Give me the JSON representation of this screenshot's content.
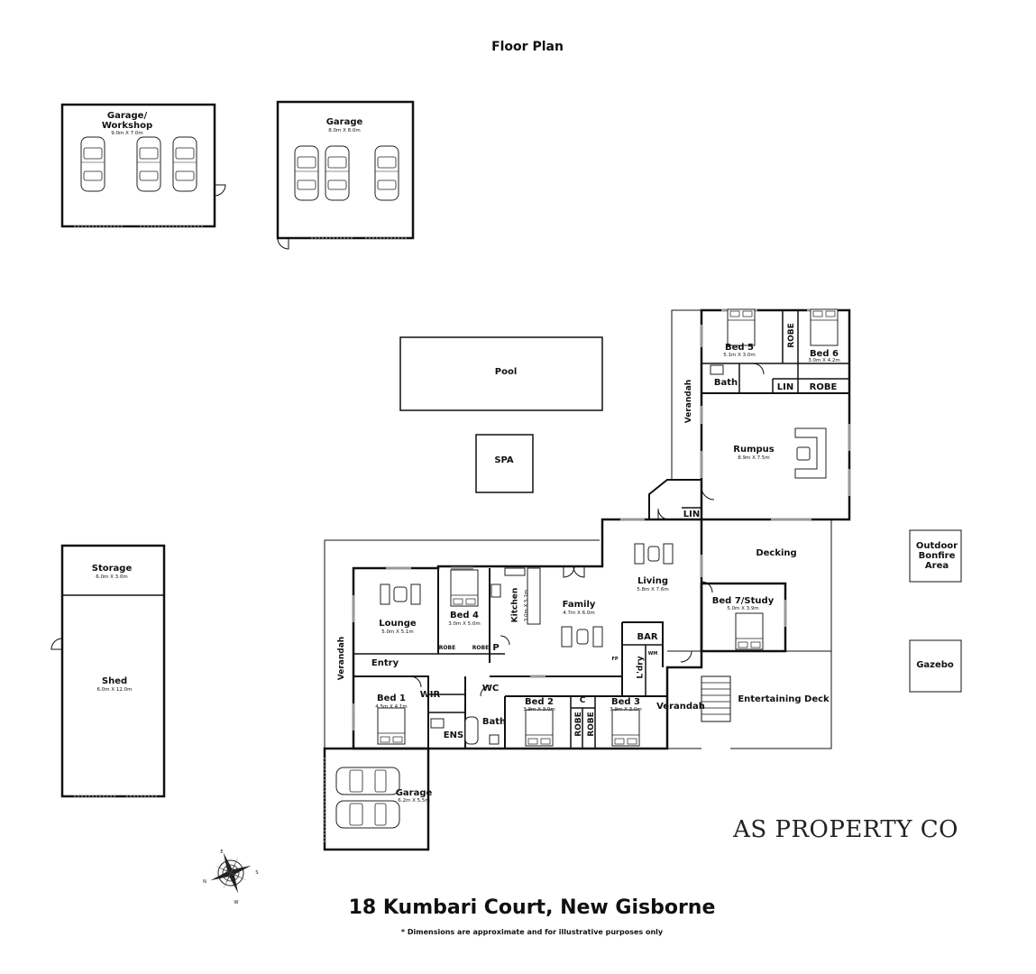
{
  "title": "Floor Plan",
  "address": "18 Kumbari Court, New Gisborne",
  "disclaimer": "* Dimensions are approximate and for illustrative purposes only",
  "brand": "AS PROPERTY CO",
  "compass_letters": {
    "n": "N",
    "e": "E",
    "s": "S",
    "w": "W"
  },
  "rooms": {
    "garage_workshop": {
      "name": "Garage/\nWorkshop",
      "dim": "9.0m X 7.0m"
    },
    "garage_top": {
      "name": "Garage",
      "dim": "8.0m X 8.0m"
    },
    "pool": {
      "name": "Pool"
    },
    "spa": {
      "name": "SPA"
    },
    "storage": {
      "name": "Storage",
      "dim": "6.0m X 3.0m"
    },
    "shed": {
      "name": "Shed",
      "dim": "6.0m X 12.0m"
    },
    "bed5": {
      "name": "Bed 5",
      "dim": "5.1m X 3.0m"
    },
    "bed6": {
      "name": "Bed 6",
      "dim": "3.0m X 4.2m"
    },
    "robe_b5": {
      "name": "ROBE"
    },
    "bath_top": {
      "name": "Bath"
    },
    "lin_top": {
      "name": "LIN"
    },
    "robe_b6": {
      "name": "ROBE"
    },
    "verandah_right": {
      "name": "Verandah"
    },
    "rumpus": {
      "name": "Rumpus",
      "dim": "8.9m X 7.5m"
    },
    "lin_mid": {
      "name": "LIN"
    },
    "decking": {
      "name": "Decking"
    },
    "living": {
      "name": "Living",
      "dim": "5.8m X 7.6m"
    },
    "family": {
      "name": "Family",
      "dim": "4.7m X 6.0m"
    },
    "kitchen": {
      "name": "Kitchen",
      "dim": "3.0m X 5.1m"
    },
    "bed4": {
      "name": "Bed 4",
      "dim": "3.0m X 5.0m"
    },
    "lounge": {
      "name": "Lounge",
      "dim": "5.0m X 5.1m"
    },
    "entry": {
      "name": "Entry"
    },
    "robe_b4a": {
      "name": "ROBE"
    },
    "robe_b4b": {
      "name": "ROBE"
    },
    "pantry": {
      "name": "P"
    },
    "bed7": {
      "name": "Bed 7/Study",
      "dim": "5.0m X 3.9m"
    },
    "bar": {
      "name": "BAR"
    },
    "laundry": {
      "name": "L'dry"
    },
    "wm": {
      "name": "WM"
    },
    "fp": {
      "name": "FP"
    },
    "verandah_left": {
      "name": "Verandah"
    },
    "bed1": {
      "name": "Bed 1",
      "dim": "4.5m X 4.1m"
    },
    "wir": {
      "name": "WIR"
    },
    "wc": {
      "name": "WC"
    },
    "bath": {
      "name": "Bath"
    },
    "ens": {
      "name": "ENS"
    },
    "bed2": {
      "name": "Bed 2",
      "dim": "3.9m X 3.0m"
    },
    "c": {
      "name": "C"
    },
    "bed3": {
      "name": "Bed 3",
      "dim": "3.9m X 3.0m"
    },
    "robe_b2": {
      "name": "ROBE"
    },
    "robe_b3": {
      "name": "ROBE"
    },
    "verandah_bottom": {
      "name": "Verandah"
    },
    "entertaining_deck": {
      "name": "Entertaining Deck"
    },
    "garage_bottom": {
      "name": "Garage",
      "dim": "6.2m X 5.5m"
    },
    "outdoor_bonfire": {
      "name": "Outdoor\nBonfire\nArea"
    },
    "gazebo": {
      "name": "Gazebo"
    }
  }
}
